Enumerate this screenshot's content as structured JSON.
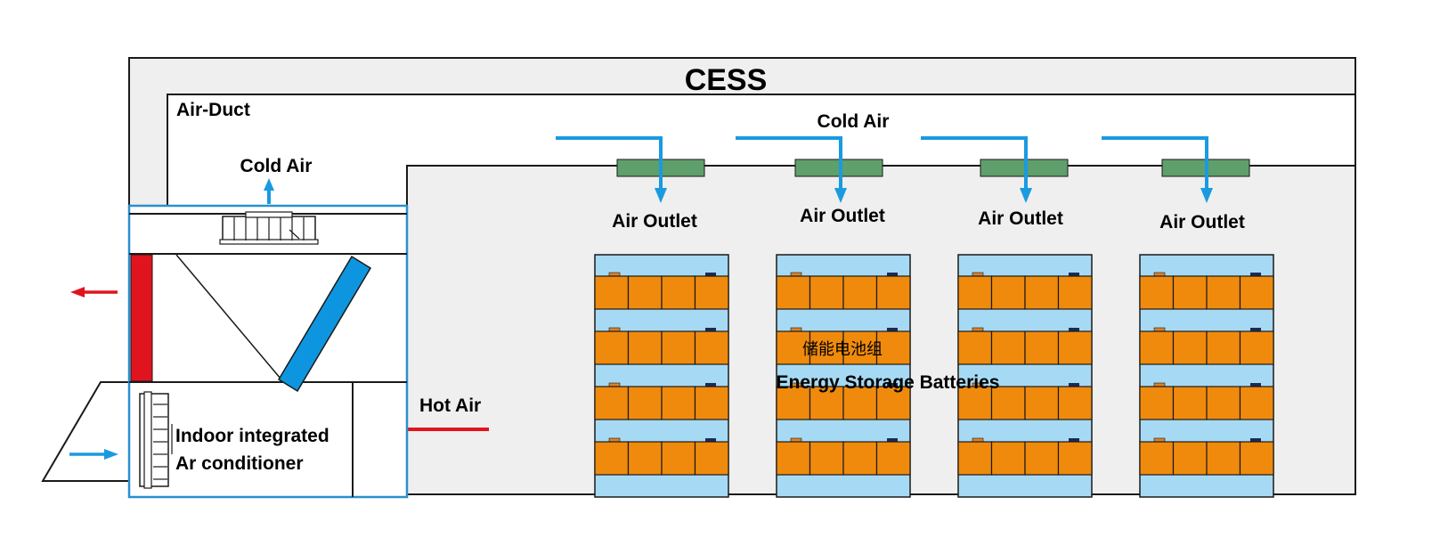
{
  "diagram": {
    "title": "CESS",
    "air_duct_label": "Air-Duct",
    "cold_air_top_label": "Cold Air",
    "cold_air_ac_label": "Cold Air",
    "outlet_labels": [
      "Air Outlet",
      "Air Outlet",
      "Air Outlet",
      "Air Outlet"
    ],
    "battery_label_cn": "储能电池组",
    "battery_label_en": "Energy Storage Batteries",
    "hot_air_label": "Hot Air",
    "ac_label_line1": "Indoor integrated",
    "ac_label_line2": "Ar conditioner"
  },
  "colors": {
    "outline": "#1a1a1a",
    "room_fill": "#efefef",
    "cold_air_arrow": "#1a9ae0",
    "hot_air_arrow": "#e0141e",
    "outlet_vent": "#5f9f6c",
    "battery_module": "#f08a0c",
    "battery_rack": "#a6daf4",
    "evaporator_coil": "#0d96df",
    "condenser_coil": "#e0141e",
    "ac_frame": "#2a8fcf"
  },
  "icons": [
    "fan-icon",
    "centrifugal-blower-icon",
    "flow-arrow-icon"
  ]
}
